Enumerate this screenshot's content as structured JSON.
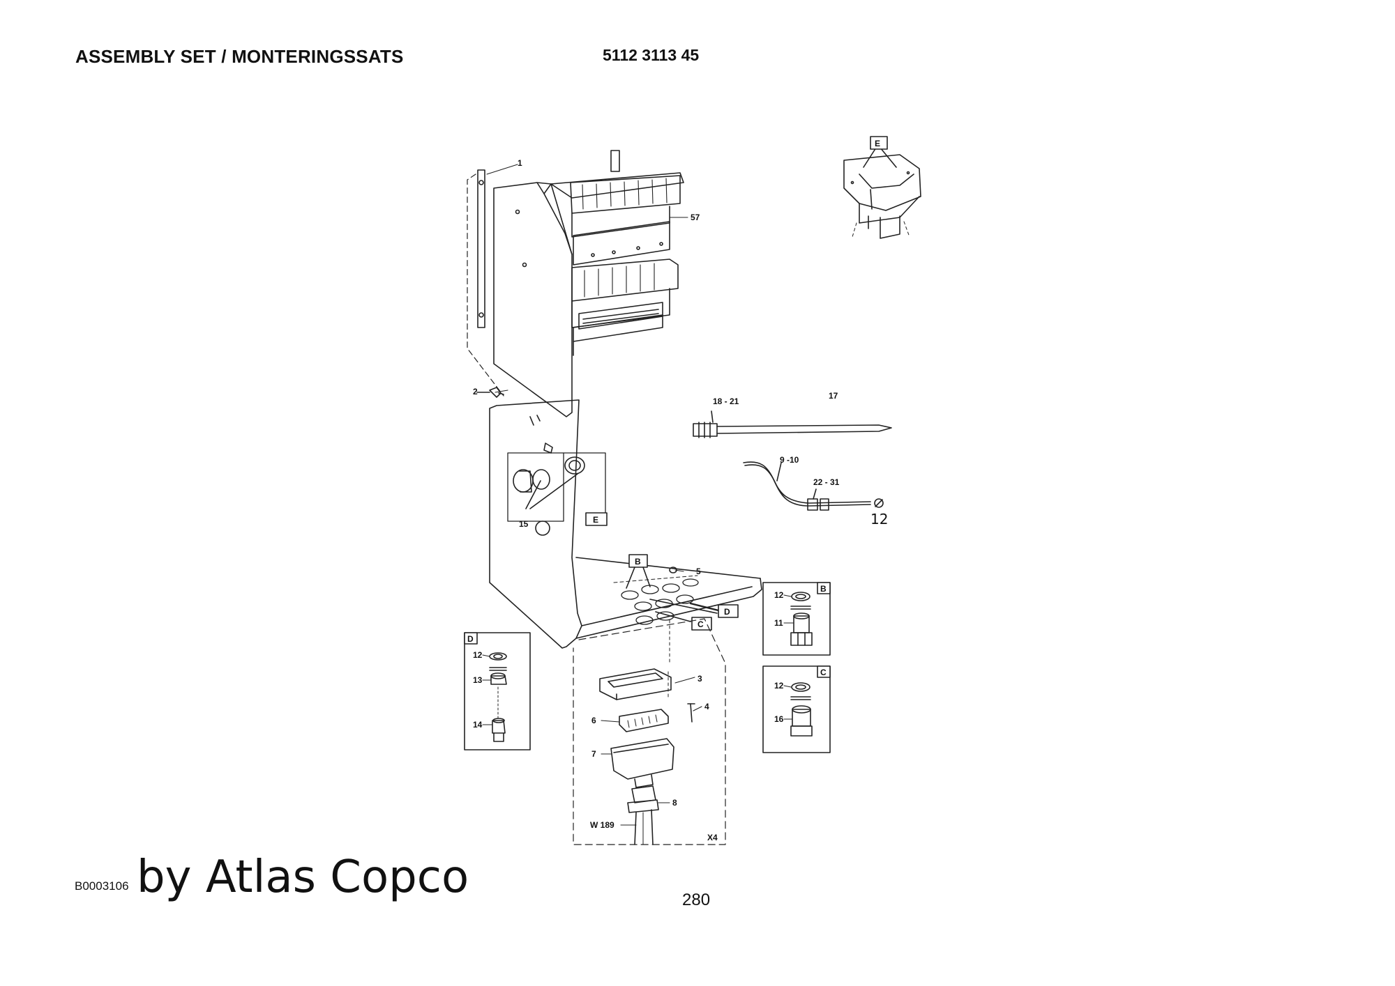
{
  "header": {
    "title": "ASSEMBLY SET / MONTERINGSSATS",
    "part_number": "5112 3113 45"
  },
  "footer": {
    "doc_code": "B0003106",
    "brand": "by Atlas Copco",
    "page": "280"
  },
  "callouts": {
    "c1": "1",
    "c2": "2",
    "c57": "57",
    "c17": "17",
    "c18_21": "18 - 21",
    "c9_10": "9 -10",
    "c22_31": "22 - 31",
    "c12_hand": "12",
    "c15": "15",
    "c5": "5",
    "c3": "3",
    "c4": "4",
    "c6": "6",
    "c7": "7",
    "c8": "8",
    "w189": "W 189",
    "x4": "X4",
    "b12": "12",
    "b11": "11",
    "c_12": "12",
    "c16": "16",
    "d12": "12",
    "d13": "13",
    "d14": "14"
  },
  "detail_tags": {
    "e_top": "E",
    "e_box": "E",
    "b_main": "B",
    "c_main": "C",
    "d_main": "D",
    "b_detail": "B",
    "c_detail": "C",
    "d_detail": "D"
  }
}
